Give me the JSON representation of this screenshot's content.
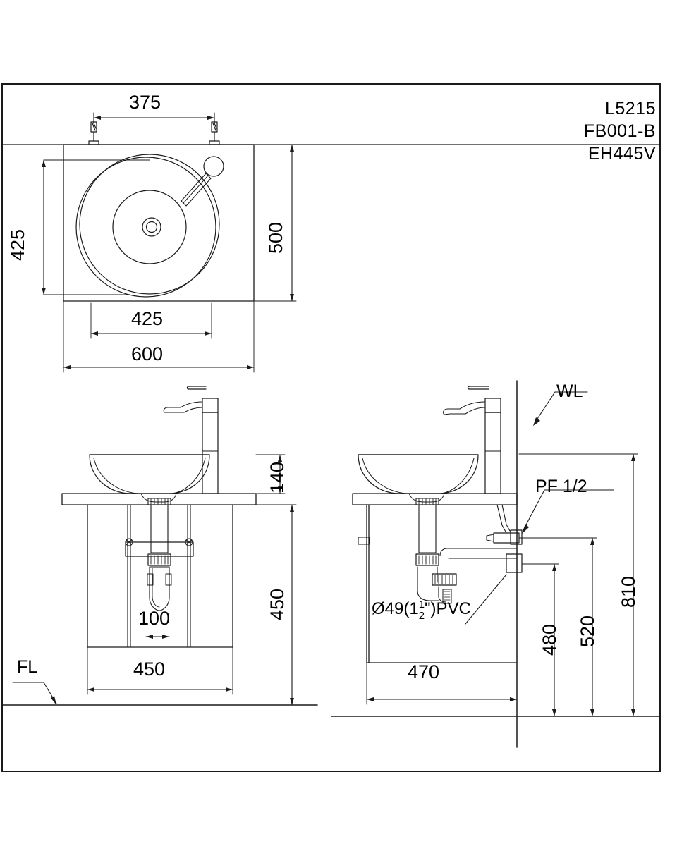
{
  "drawing": {
    "type": "sanitary-ware installation drawing",
    "title_block": {
      "lines": [
        "L5215",
        "FB001-B",
        "EH445V"
      ]
    },
    "views": {
      "top": {
        "name": "top view",
        "dimensions": {
          "faucet_hole_spacing": "375",
          "basin_depth": "425",
          "counter_depth": "500",
          "basin_width": "425",
          "counter_width": "600"
        }
      },
      "front": {
        "name": "front elevation",
        "dimensions": {
          "bowl_height": "140",
          "counter_to_floor": "450",
          "supply_spacing": "100",
          "cabinet_width": "450"
        }
      },
      "side": {
        "name": "side elevation",
        "dimensions": {
          "counter_depth": "470",
          "drain_height": "480",
          "supply_height": "520",
          "overall_height": "810"
        }
      }
    },
    "labels": {
      "floor_line": "FL",
      "wall_line": "WL",
      "supply_thread": "PF  1/2",
      "drain_pipe_prefix": "Ø49(1",
      "drain_pipe_frac_num": "1",
      "drain_pipe_frac_den": "2",
      "drain_pipe_suffix": "\")PVC"
    },
    "colors": {
      "line": "#1a1a1a",
      "thin_line": "#3a3a3a",
      "background": "#ffffff"
    }
  }
}
